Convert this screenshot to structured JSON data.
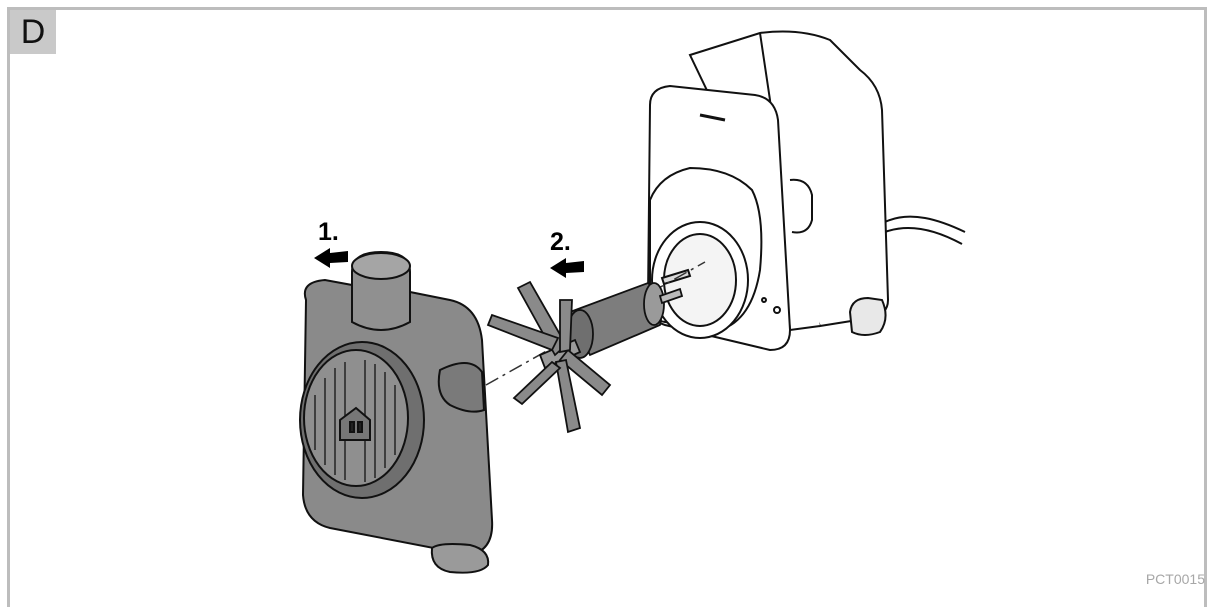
{
  "figure": {
    "section_letter": "D",
    "reference_code": "PCT0015"
  },
  "steps": [
    {
      "label": "1."
    },
    {
      "label": "2."
    }
  ],
  "colors": {
    "frame": "#bdbdbd",
    "badge": "#c9c9c9",
    "removed_part": "#8a8a8a",
    "pump_body": "#ffffff",
    "outline": "#111111"
  },
  "icons": [
    "arrow-left-icon",
    "arrow-left-icon"
  ]
}
